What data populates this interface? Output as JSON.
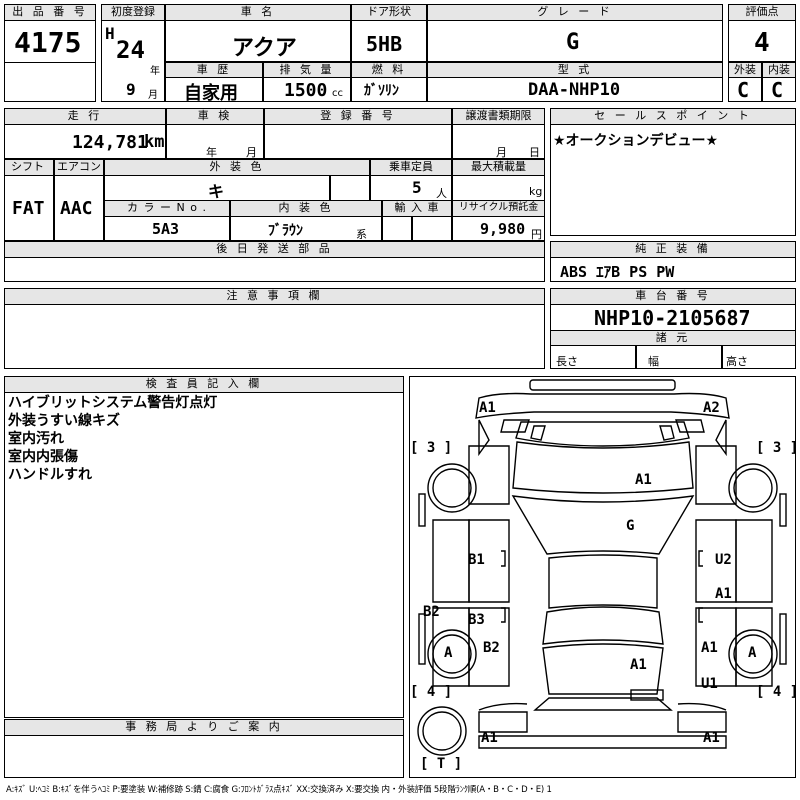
{
  "lot": {
    "label": "出 品 番 号",
    "value": "4175"
  },
  "first_reg": {
    "label": "初度登録",
    "era": "H",
    "year": "24",
    "year_unit": "年",
    "month": "9",
    "month_unit": "月"
  },
  "car_name": {
    "label": "車 名",
    "value": "アクア"
  },
  "door": {
    "label": "ドア形状",
    "value": "5HB"
  },
  "grade": {
    "label": "グ レ ー ド",
    "value": "G"
  },
  "score": {
    "label": "評価点",
    "value": "4"
  },
  "history": {
    "label": "車 歴",
    "value": "自家用"
  },
  "displacement": {
    "label": "排 気 量",
    "value": "1500",
    "unit": "cc"
  },
  "fuel": {
    "label": "燃 料",
    "value": "ｶﾞｿﾘﾝ"
  },
  "model": {
    "label": "型 式",
    "value": "DAA-NHP10"
  },
  "exterior_grade": {
    "label": "外装",
    "value": "C"
  },
  "interior_grade": {
    "label": "内装",
    "value": "C"
  },
  "mileage": {
    "label": "走 行",
    "value": "124,781",
    "unit": "km"
  },
  "inspection": {
    "label": "車 検",
    "year_unit": "年",
    "month_unit": "月"
  },
  "registration": {
    "label": "登 録 番 号"
  },
  "transfer": {
    "label": "譲渡書類期限",
    "month_unit": "月",
    "day_unit": "日"
  },
  "sales_point": {
    "label": "セ ー ル ス ポ イ ン ト",
    "value": "★オークションデビュー★"
  },
  "shift": {
    "label": "シフト",
    "value": "FAT"
  },
  "aircon": {
    "label": "エアコン",
    "value": "AAC"
  },
  "exterior_color": {
    "label": "外 装 色",
    "value": "キ"
  },
  "capacity": {
    "label": "乗車定員",
    "value": "5",
    "unit": "人"
  },
  "max_load": {
    "label": "最大積載量",
    "unit": "kg"
  },
  "color_no": {
    "label": "カ ラ ー N o .",
    "value": "5A3"
  },
  "interior_color": {
    "label": "内 装 色",
    "value": "ﾌﾞﾗｳﾝ",
    "unit": "系"
  },
  "import": {
    "label": "輸 入 車"
  },
  "recycle": {
    "label": "リサイクル預託金",
    "value": "9,980",
    "unit": "円"
  },
  "later_parts": {
    "label": "後 日 発 送 部 品"
  },
  "genuine_equipment": {
    "label": "純 正 装 備",
    "value": "ABS ｴｱB PS PW"
  },
  "caution": {
    "label": "注 意 事 項 欄"
  },
  "chassis": {
    "label": "車 台 番 号",
    "value": "NHP10-2105687"
  },
  "specs": {
    "label": "諸 元",
    "length": "長さ",
    "width": "幅",
    "height": "高さ"
  },
  "inspector": {
    "label": "検 査 員 記 入 欄",
    "notes": [
      "ハイブリットシステム警告灯点灯",
      "外装うすい線キズ",
      "室内汚れ",
      "室内内張傷",
      "ハンドルすれ"
    ]
  },
  "office": {
    "label": "事 務 局 よ り ご 案 内"
  },
  "diagram": {
    "marks": {
      "front_left": "A1",
      "front_right": "A2",
      "hood": "A1",
      "windshield": "G",
      "left_front_door": "B1",
      "right_front_door": "U2",
      "right_front_door_lower": "A1",
      "left_front_fender": "B2",
      "left_rear_door": "B3",
      "left_rear_quarter": "B2",
      "right_rear_quarter": "A1",
      "right_rear_lower": "U1",
      "roof": "A1",
      "left_front_wheel": "A",
      "right_front_wheel": "A",
      "rear_left": "A1",
      "rear_right": "A1"
    },
    "tire_counts": {
      "front_left": "[ 3 ]",
      "front_right": "[ 3 ]",
      "rear_left": "[ 4 ]",
      "rear_right": "[ 4 ]",
      "spare": "[ T ]"
    }
  },
  "legend": "A:ｷｽﾞ U:ﾍｺﾐ B:ｷｽﾞを伴うﾍｺﾐ P:要塗装 W:補修跡 S:錆 C:腐食 G:ﾌﾛﾝﾄｶﾞﾗｽ点ｷｽﾞ XX:交換済み X:要交換 内・外装評価 5段階ﾗﾝｸ順(A・B・C・D・E) 1"
}
